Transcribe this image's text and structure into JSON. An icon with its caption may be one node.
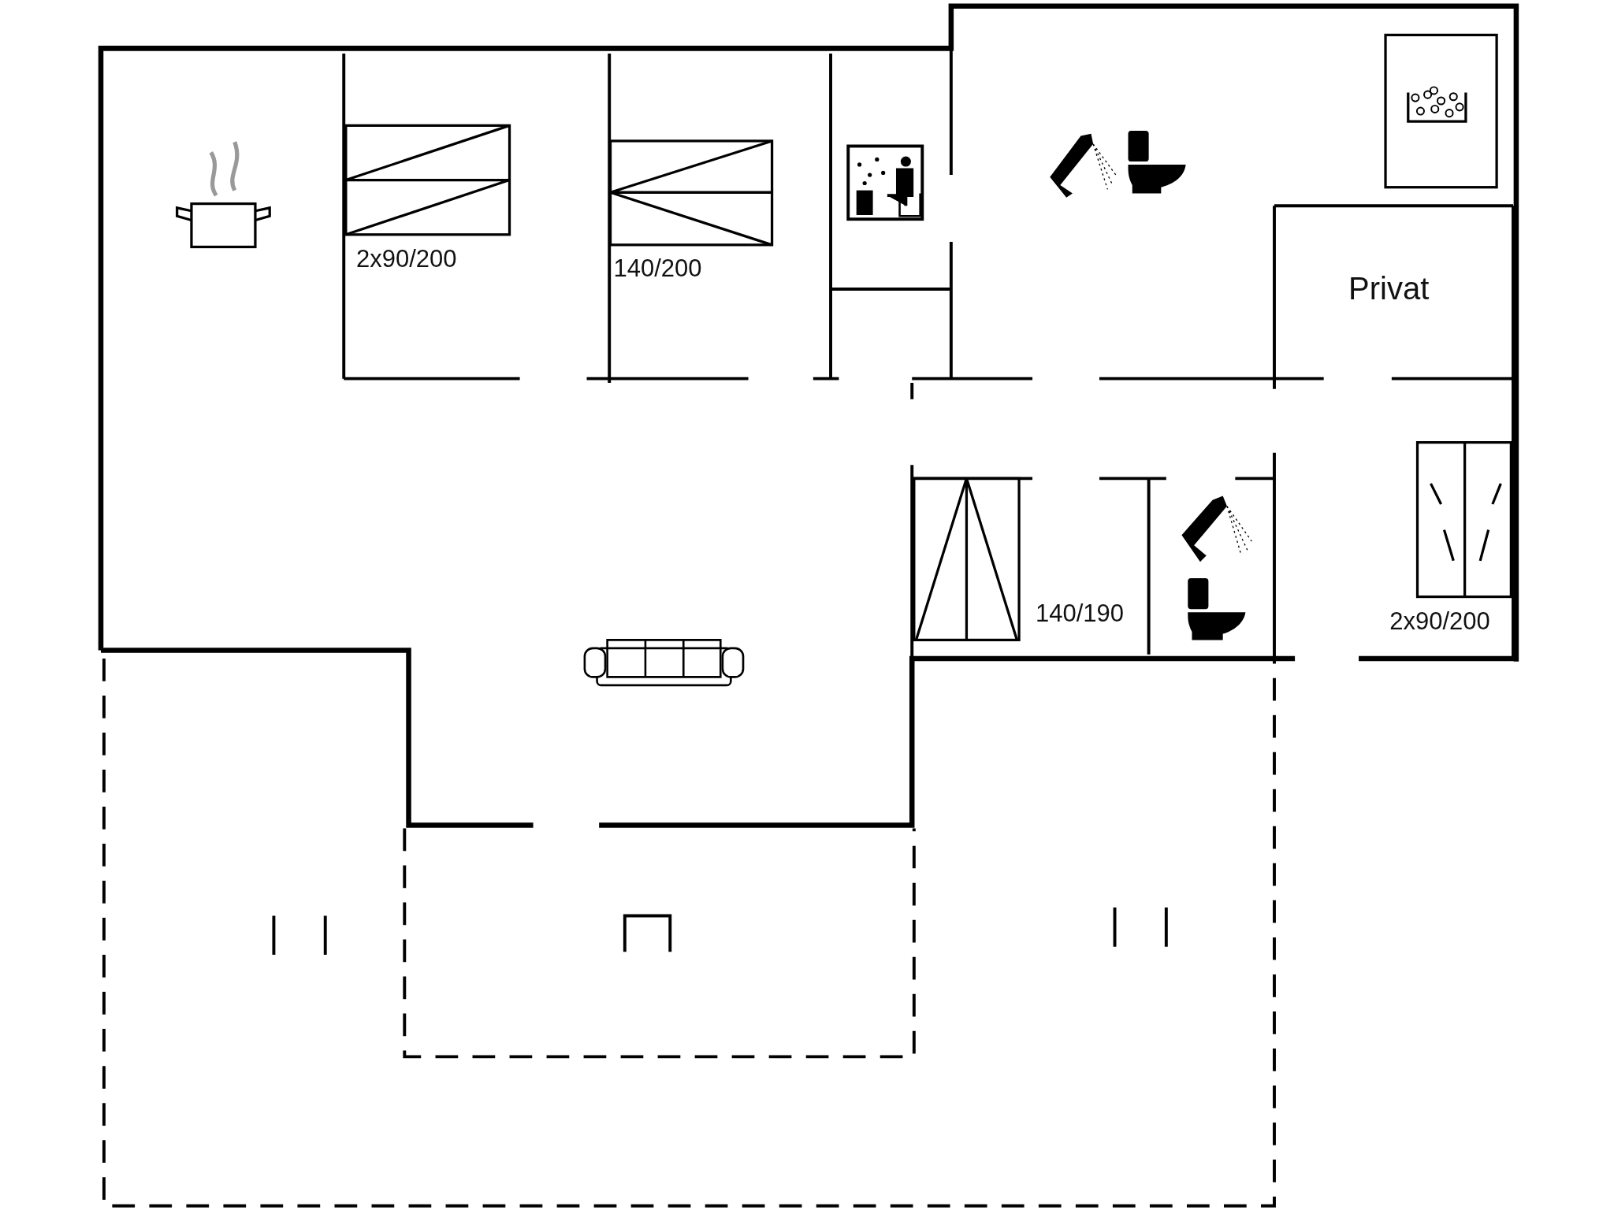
{
  "diagram": {
    "labels": [
      "2x90/200",
      "140/200",
      "Privat",
      "140/190",
      "2x90/200"
    ]
  }
}
